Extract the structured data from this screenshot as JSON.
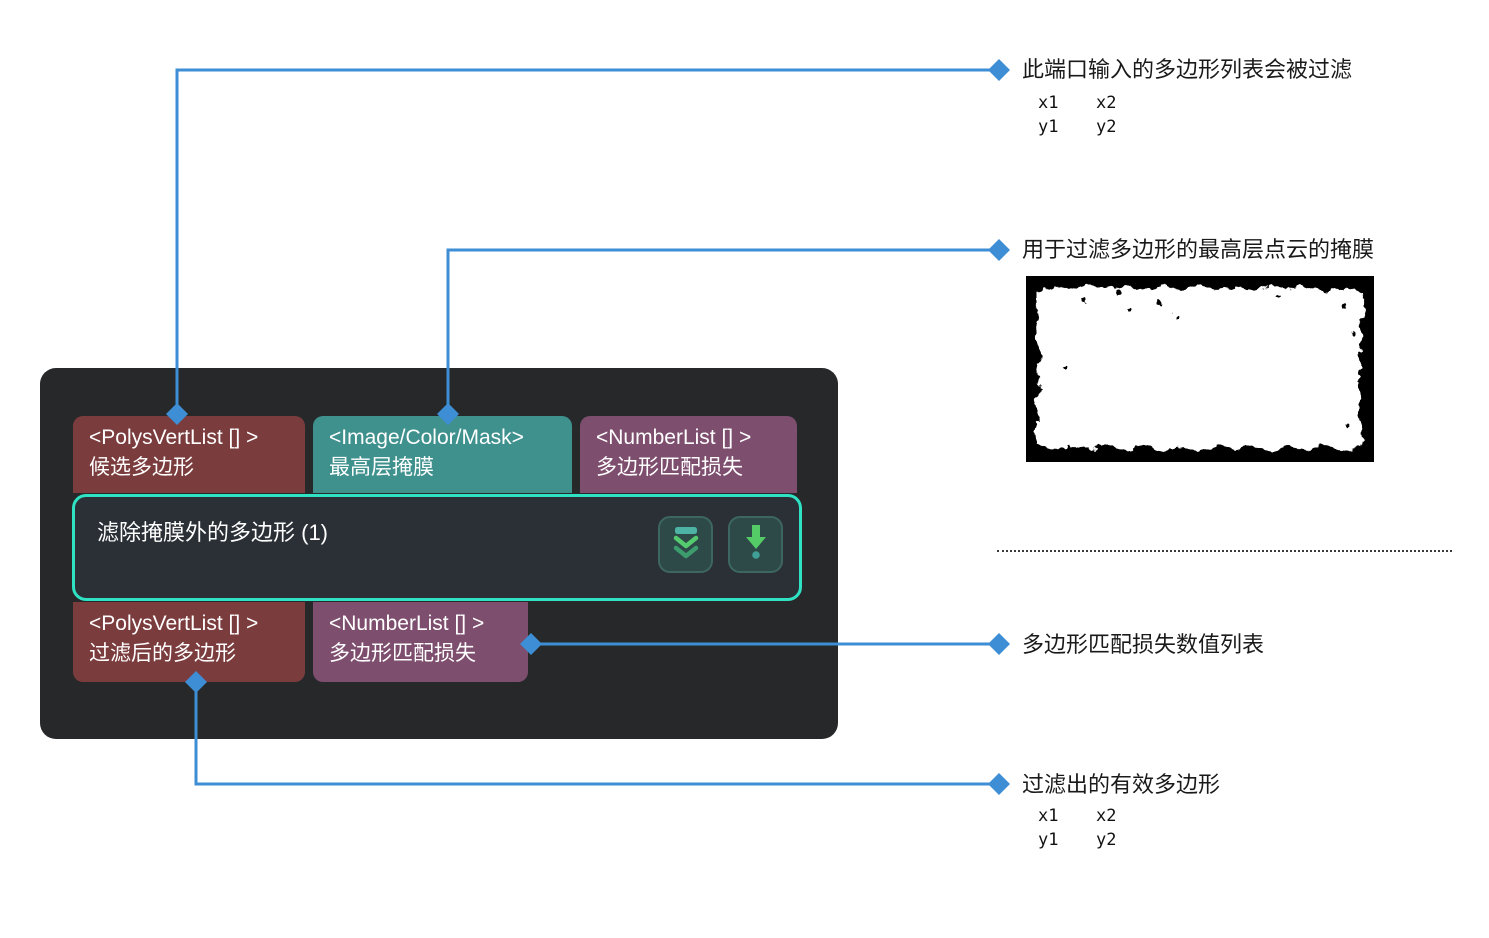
{
  "node": {
    "title": "滤除掩膜外的多边形 (1)",
    "inputs": [
      {
        "type": "<PolysVertList [] >",
        "name": "候选多边形",
        "color": "#7b3c3d"
      },
      {
        "type": "<Image/Color/Mask>",
        "name": "最高层掩膜",
        "color": "#3f918e"
      },
      {
        "type": "<NumberList [] >",
        "name": "多边形匹配损失",
        "color": "#7e4e6e"
      }
    ],
    "outputs": [
      {
        "type": "<PolysVertList [] >",
        "name": "过滤后的多边形",
        "color": "#7b3c3d"
      },
      {
        "type": "<NumberList [] >",
        "name": "多边形匹配损失",
        "color": "#7e4e6e"
      }
    ],
    "buttons": [
      {
        "icon": "double-chevron-down-icon"
      },
      {
        "icon": "arrow-down-dot-icon"
      }
    ]
  },
  "annotations": [
    {
      "text": "此端口输入的多边形列表会被过滤",
      "sub": [
        [
          "x1",
          "x2"
        ],
        [
          "y1",
          "y2"
        ]
      ]
    },
    {
      "text": "用于过滤多边形的最高层点云的掩膜"
    },
    {
      "text": "多边形匹配损失数值列表"
    },
    {
      "text": "过滤出的有效多边形",
      "sub": [
        [
          "x1",
          "x2"
        ],
        [
          "y1",
          "y2"
        ]
      ]
    }
  ],
  "colors": {
    "connector_blue": "#3e8ed6",
    "node_background": "#26282a",
    "inner_node_background": "#2b3037",
    "inner_node_border": "#2ee2c3",
    "port_red": "#7b3c3d",
    "port_teal": "#3f918e",
    "port_purple": "#7e4e6e",
    "button_green": "#55cb68",
    "button_teal": "#4db3a4",
    "mask_background": "#000000",
    "mask_foreground": "#ffffff"
  }
}
